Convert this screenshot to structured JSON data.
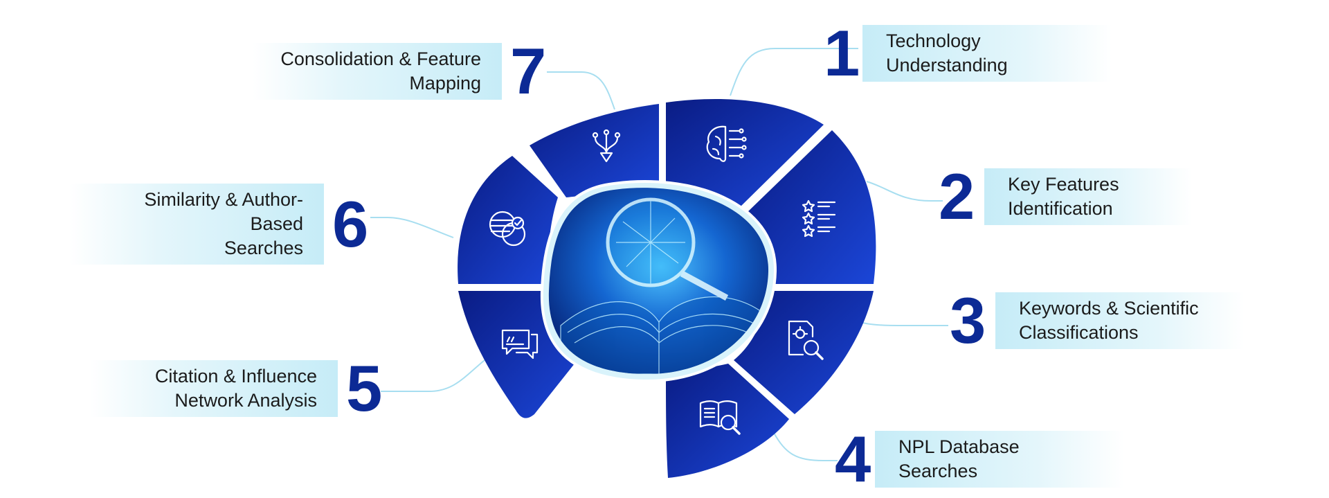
{
  "colors": {
    "segment_dark": "#0b1f8a",
    "segment_light": "#1a45d6",
    "number": "#0c2a95",
    "label_band": "#c6ecf7",
    "leader_line": "#9fdcee"
  },
  "steps": [
    {
      "number": "1",
      "label": "Technology\nUnderstanding",
      "icon": "brain-circuit-icon"
    },
    {
      "number": "2",
      "label": "Key Features\nIdentification",
      "icon": "star-checklist-icon"
    },
    {
      "number": "3",
      "label": "Keywords & Scientific\nClassifications",
      "icon": "document-search-icon"
    },
    {
      "number": "4",
      "label": "NPL Database\nSearches",
      "icon": "book-search-icon"
    },
    {
      "number": "5",
      "label": "Citation & Influence\nNetwork Analysis",
      "icon": "chat-quote-icon"
    },
    {
      "number": "6",
      "label": "Similarity & Author-Based\nSearches",
      "icon": "overlap-check-icon"
    },
    {
      "number": "7",
      "label": "Consolidation & Feature\nMapping",
      "icon": "merge-arrow-icon"
    }
  ],
  "center": {
    "icon": "magnifier-over-book-icon"
  }
}
